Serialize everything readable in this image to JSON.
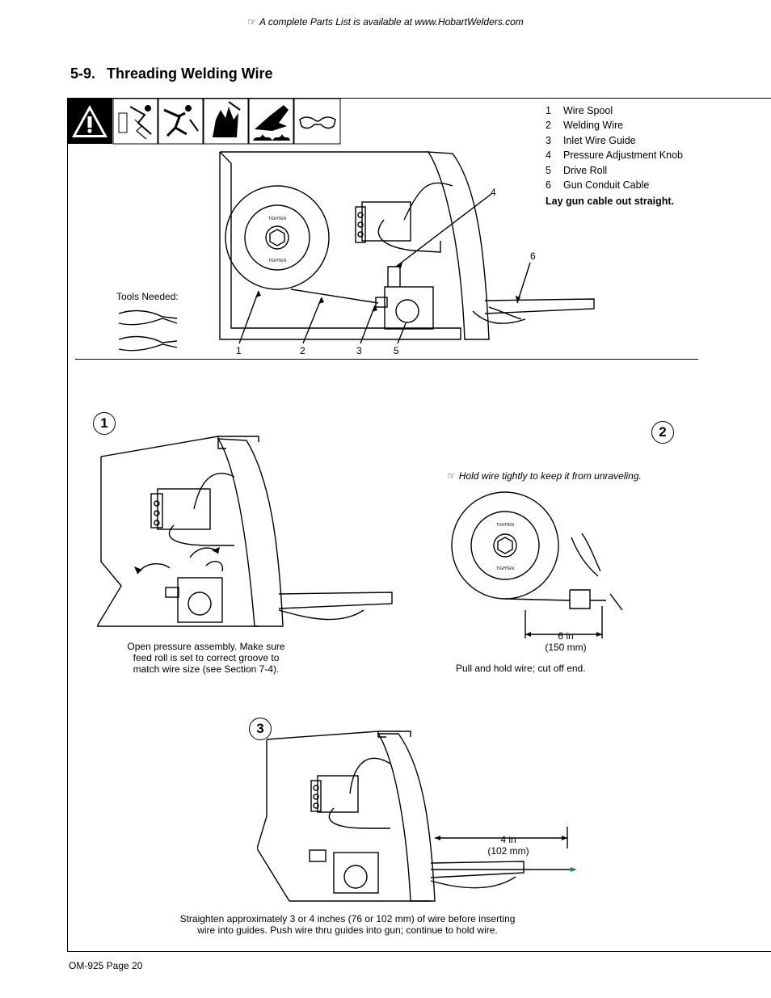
{
  "header": {
    "note_icon": "pointing-hand-icon",
    "note_text": "A complete Parts List is available at www.HobartWelders.com"
  },
  "section": {
    "number": "5-9.",
    "title": "Threading Welding Wire"
  },
  "safety_icons": [
    "warning-triangle-icon",
    "electric-shock-icon",
    "falling-person-icon",
    "hand-cut-icon",
    "hot-surface-icon",
    "safety-glasses-icon"
  ],
  "parts_list": [
    {
      "n": "1",
      "label": "Wire Spool"
    },
    {
      "n": "2",
      "label": "Welding Wire"
    },
    {
      "n": "3",
      "label": "Inlet Wire Guide"
    },
    {
      "n": "4",
      "label": "Pressure Adjustment Knob"
    },
    {
      "n": "5",
      "label": "Drive Roll"
    },
    {
      "n": "6",
      "label": "Gun Conduit Cable"
    }
  ],
  "parts_instruction": "Lay gun cable out straight.",
  "tools_needed_label": "Tools Needed:",
  "spool_label": "TIGHTEN",
  "callouts": {
    "c1": "1",
    "c2": "2",
    "c3": "3",
    "c4": "4",
    "c5": "5",
    "c6": "6"
  },
  "steps": {
    "s1": {
      "number": "1",
      "caption_lines": [
        "Open pressure assembly. Make sure",
        "feed roll is set to correct groove to",
        "match wire size (see Section 7-4)."
      ]
    },
    "s2": {
      "number": "2",
      "note": "Hold wire tightly to keep it from unraveling.",
      "dimension_lines": [
        "6 in",
        "(150 mm)"
      ],
      "caption": "Pull and hold wire; cut off end."
    },
    "s3": {
      "number": "3",
      "dimension_lines": [
        "4 in",
        "(102 mm)"
      ],
      "caption_lines": [
        "Straighten approximately 3 or 4 inches (76 or 102 mm) of wire before inserting",
        "wire into guides. Push wire thru guides into gun; continue to hold wire."
      ]
    }
  },
  "footer": "OM-925 Page 20"
}
